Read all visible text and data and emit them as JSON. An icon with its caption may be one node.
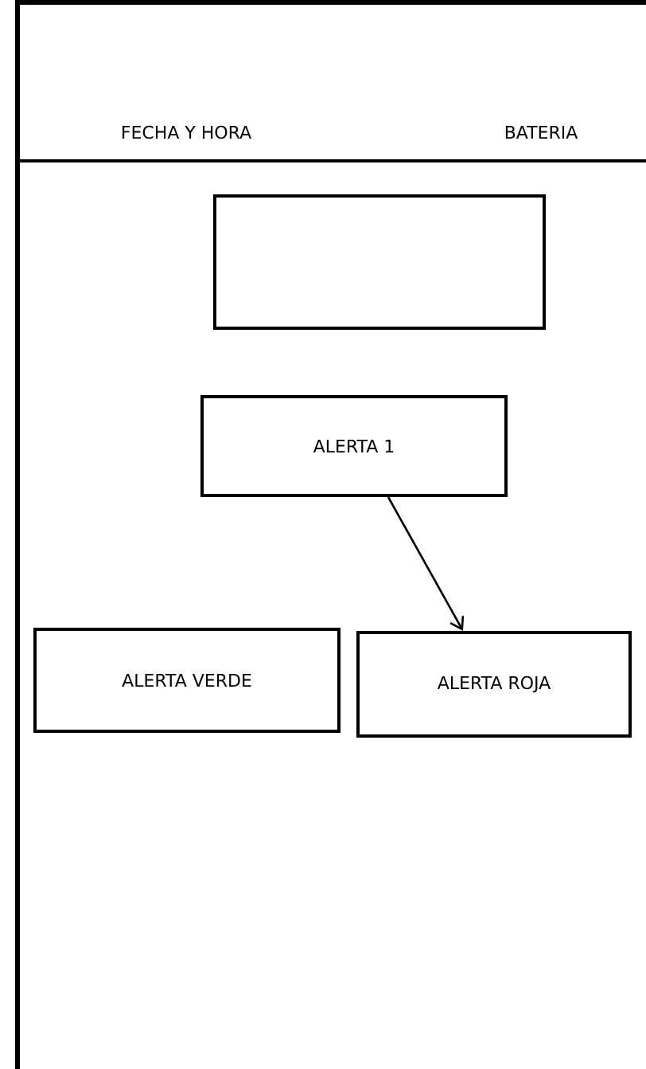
{
  "diagram": {
    "nodes": [
      {
        "text": [],
        "shape": "box"
      },
      {
        "text": [
          "ALERTA 1"
        ]
      },
      {
        "text": [
          "ALERTA VERDE"
        ]
      },
      {
        "text": [
          "ALERTA ROJA"
        ]
      }
    ],
    "edges": [
      {
        "from": 1,
        "to": 3,
        "arrow": "to"
      }
    ],
    "labels": [
      "FECHA Y HORA",
      "BATERIA"
    ]
  }
}
